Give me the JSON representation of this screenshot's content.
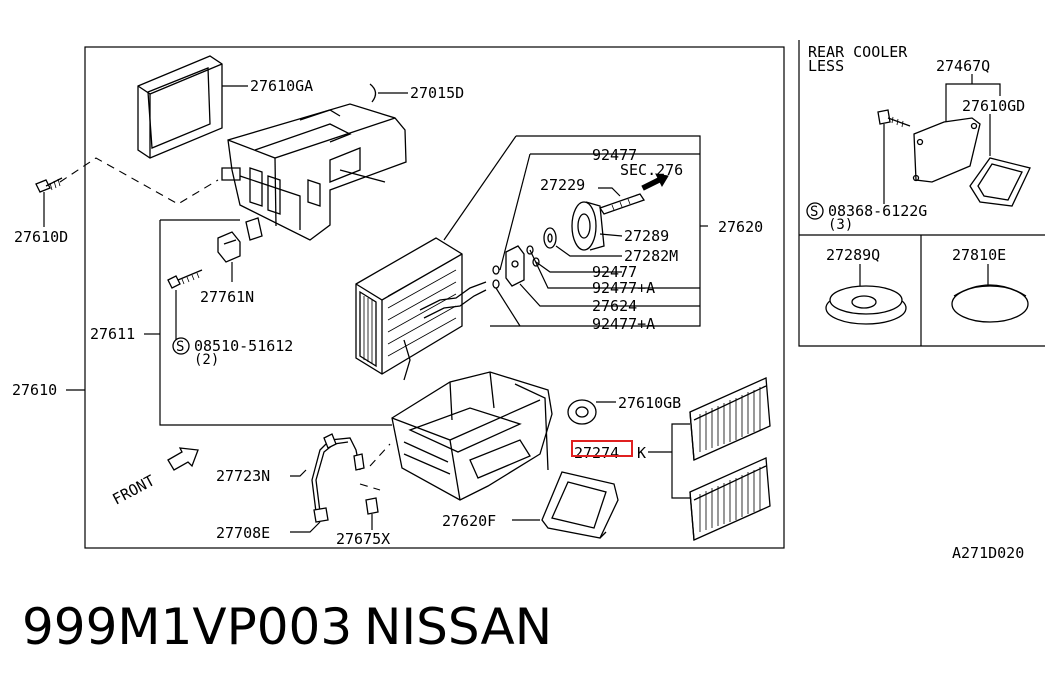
{
  "diagram": {
    "labels": {
      "p27610GA": "27610GA",
      "p27015D": "27015D",
      "p27610D": "27610D",
      "p27761N": "27761N",
      "p27611": "27611",
      "p08510": "08510-51612",
      "p08510_qty": "(2)",
      "p27610": "27610",
      "p92477_top": "92477",
      "sec276": "SEC.276",
      "p27229": "27229",
      "p27620": "27620",
      "p27289": "27289",
      "p27282M": "27282M",
      "p92477_mid": "92477",
      "p92477A_1": "92477+A",
      "p27624": "27624",
      "p92477A_2": "92477+A",
      "p27610GB": "27610GB",
      "p27274K_prefix": "27274",
      "p27274K_suffix": "K",
      "p27723N": "27723N",
      "front": "FRONT",
      "p27708E": "27708E",
      "p27675X": "27675X",
      "p27620F": "27620F",
      "rear_cooler_1": "REAR COOLER",
      "rear_cooler_2": "LESS",
      "p27467Q": "27467Q",
      "p27610GD": "27610GD",
      "p08368": "08368-6122G",
      "p08368_qty": "(3)",
      "p27289Q": "27289Q",
      "p27810E": "27810E",
      "s_mark": "S",
      "drawing_id": "A271D020"
    },
    "highlight_color": "#e02020"
  },
  "caption": {
    "part_code": "999M1VP003",
    "brand": "NISSAN"
  }
}
